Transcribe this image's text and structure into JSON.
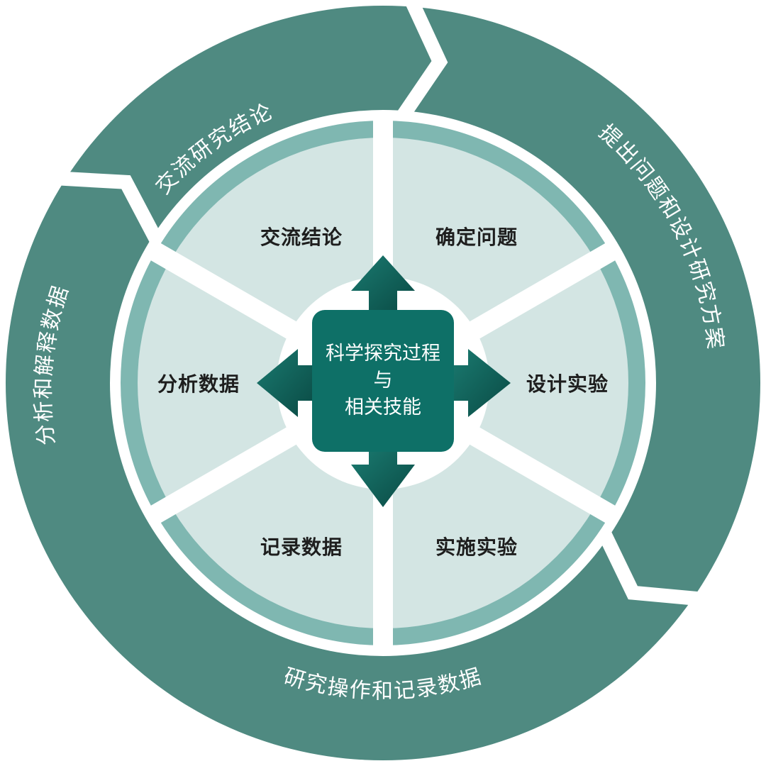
{
  "title": "科学探究过程与相关技能",
  "center": {
    "line1": "科学探究过程",
    "line2": "与",
    "line3": "相关技能"
  },
  "outer_ring": [
    {
      "label": "交流研究结论"
    },
    {
      "label": "提出问题和设计研究方案"
    },
    {
      "label": "研究操作和记录数据"
    },
    {
      "label": "分析和解释数据"
    }
  ],
  "wedges": [
    {
      "label": "交流结论"
    },
    {
      "label": "确定问题"
    },
    {
      "label": "设计实验"
    },
    {
      "label": "实施实验"
    },
    {
      "label": "记录数据"
    },
    {
      "label": "分析数据"
    }
  ],
  "colors": {
    "ring": "#4f8a81",
    "rim": "#7fb7b1",
    "wedge": "#d3e5e3",
    "center": "#0e7067",
    "arrow": "#0f5f57"
  }
}
